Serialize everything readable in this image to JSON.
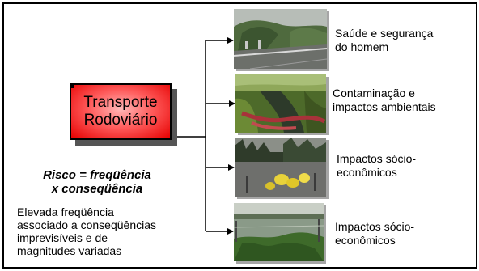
{
  "central_box": {
    "label_line1": "Transporte",
    "label_line2": "Rodoviário"
  },
  "risk_formula": {
    "line1": "Risco = freqüência",
    "line2": "x conseqüência"
  },
  "description": {
    "lines": [
      "Elevada freqüência",
      "associado a conseqüências",
      "imprevisíveis e de",
      "magnitudes variadas"
    ]
  },
  "branches": [
    {
      "photo": "road-scene-photo",
      "caption_line1": "Saúde e segurança",
      "caption_line2": "do homem"
    },
    {
      "photo": "contaminated-stream-photo",
      "caption_line1": "Contaminação e",
      "caption_line2": "impactos ambientais"
    },
    {
      "photo": "spill-containment-photo",
      "caption_line1": "Impactos sócio-",
      "caption_line2": "econômicos"
    },
    {
      "photo": "flooded-area-photo",
      "caption_line1": "Impactos sócio-",
      "caption_line2": "econômicos"
    }
  ],
  "colors": {
    "box_fill": "#ff3333",
    "box_highlight": "#ffb8b8",
    "line": "#000000"
  }
}
